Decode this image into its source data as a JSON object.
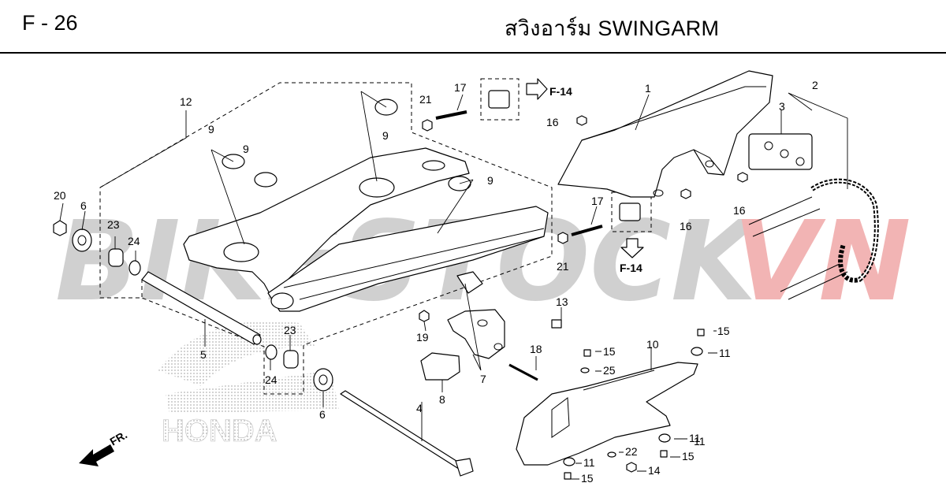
{
  "header": {
    "page_code": "F - 26",
    "title": "สวิงอาร์ม  SWINGARM"
  },
  "watermark": {
    "text_gray": "BIKESTOCK",
    "text_red": "VN",
    "brand": "HONDA",
    "gray_color": "#c8c8c8",
    "red_color": "#f0a8a8"
  },
  "direction": {
    "label": "FR.",
    "icon": "front-direction-arrow-icon"
  },
  "references": [
    {
      "label": "F-14"
    },
    {
      "label": "F-14"
    }
  ],
  "part_labels": [
    "1",
    "2",
    "3",
    "4",
    "5",
    "6",
    "6",
    "7",
    "8",
    "9",
    "9",
    "9",
    "9",
    "10",
    "11",
    "11",
    "11",
    "11",
    "12",
    "13",
    "14",
    "15",
    "15",
    "15",
    "15",
    "16",
    "16",
    "16",
    "17",
    "17",
    "18",
    "19",
    "20",
    "21",
    "21",
    "22",
    "23",
    "23",
    "24",
    "24",
    "25"
  ]
}
